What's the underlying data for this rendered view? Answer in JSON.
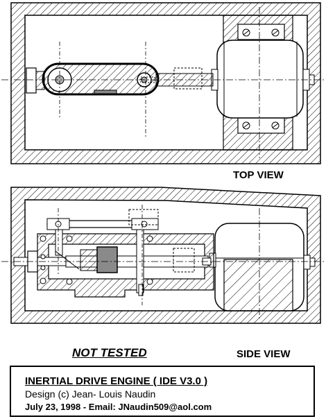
{
  "labels": {
    "top_view": "TOP VIEW",
    "side_view": "SIDE VIEW",
    "not_tested": "NOT TESTED"
  },
  "title_block": {
    "title": "INERTIAL DRIVE ENGINE ( IDE V3.0 )",
    "design": "Design (c) Jean- Louis Naudin",
    "date_email": "July 23, 1998 - Email: JNaudin509@aol.com"
  },
  "colors": {
    "ink": "#000000",
    "paper": "#ffffff",
    "mass_fill": "#8a8a8a",
    "pulley_fill": "#b0b0b0"
  }
}
